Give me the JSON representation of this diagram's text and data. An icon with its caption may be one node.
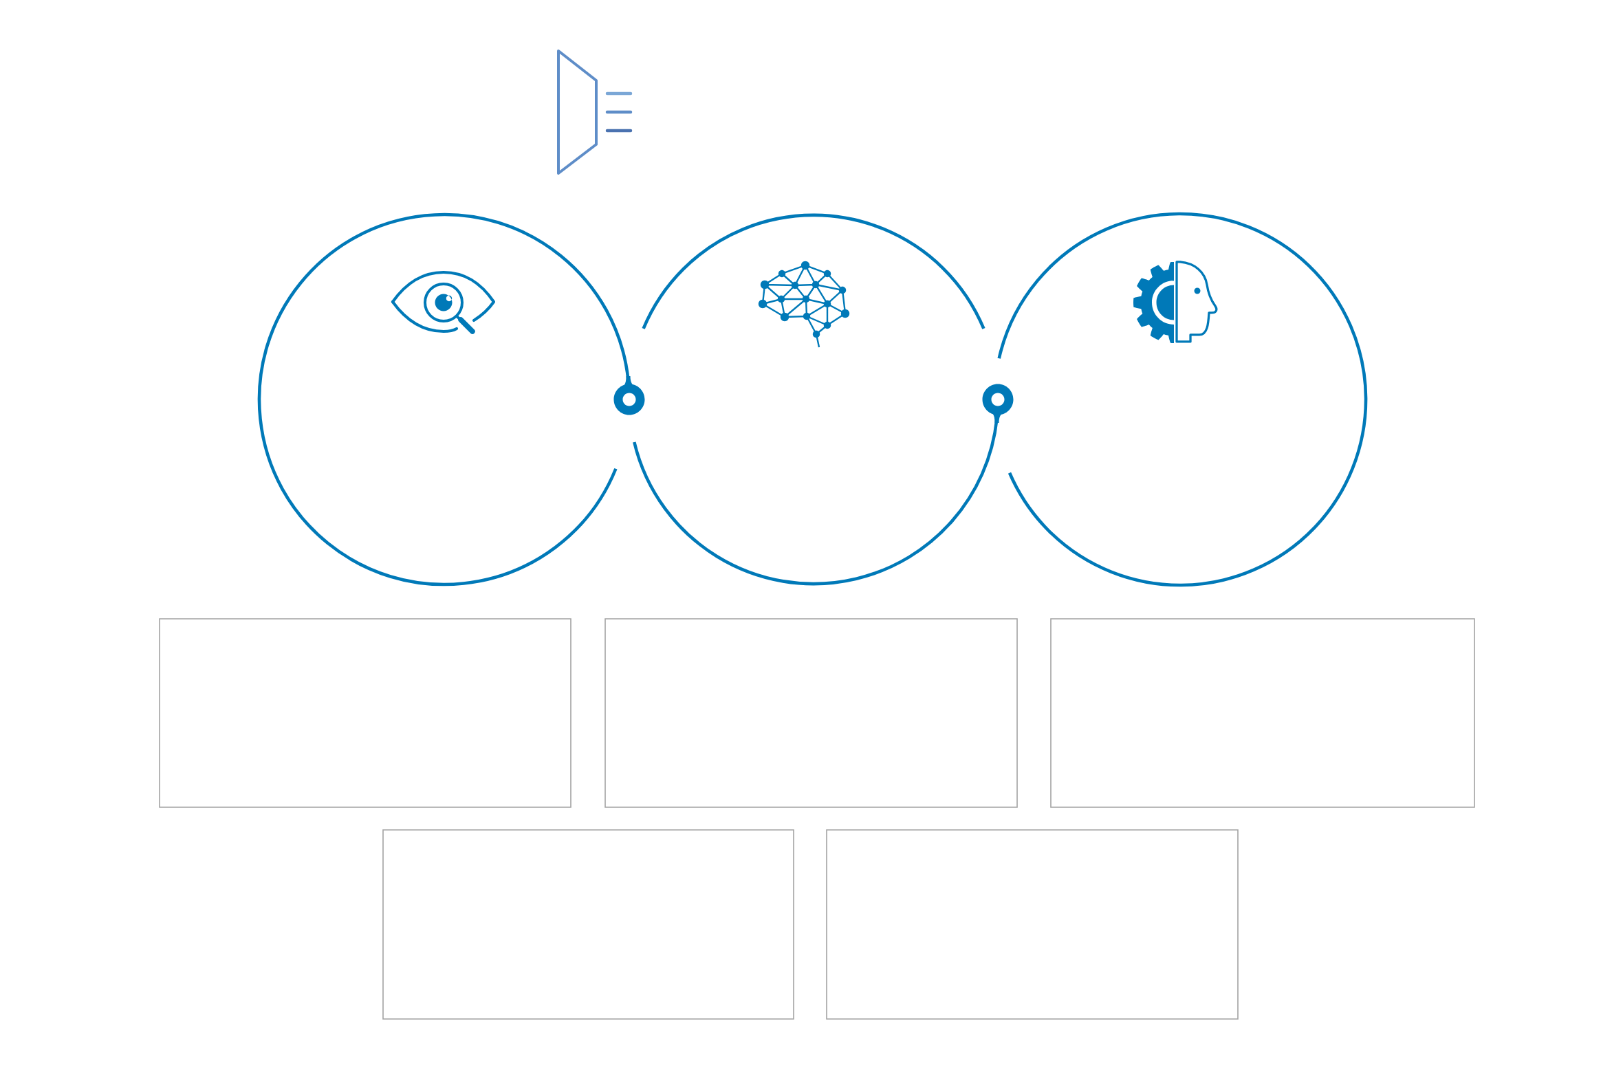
{
  "diagram": {
    "nodes": [
      {
        "text": [],
        "shape": "circle"
      },
      {
        "text": [],
        "shape": "circle"
      },
      {
        "text": [],
        "shape": "circle"
      },
      {
        "text": [],
        "shape": "box"
      },
      {
        "text": [],
        "shape": "box"
      },
      {
        "text": [],
        "shape": "box"
      },
      {
        "text": [],
        "shape": "box"
      },
      {
        "text": [],
        "shape": "box"
      }
    ]
  }
}
